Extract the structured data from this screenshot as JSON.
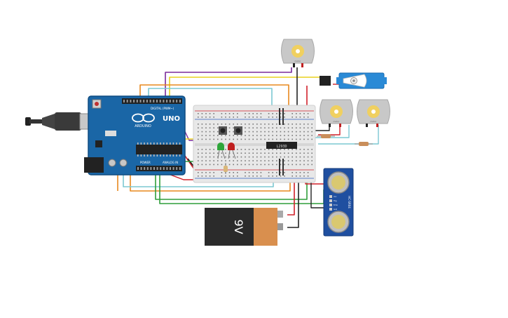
{
  "arduino": {
    "brand": "ARDUINO",
    "model": "UNO",
    "digital_label": "DIGITAL (PWM~)",
    "analog_label": "ANALOG IN",
    "power_label": "POWER"
  },
  "chip": {
    "label": "L293D"
  },
  "battery": {
    "label": "9V"
  },
  "sensor": {
    "model": "HC-SR04",
    "pins": [
      "Vcc",
      "Trig",
      "Echo",
      "Gnd"
    ]
  },
  "motors": {
    "label": "motor"
  },
  "colors": {
    "wire_red": "#d0202a",
    "wire_black": "#222222",
    "wire_orange": "#e8891e",
    "wire_purple": "#7a2a9a",
    "wire_cyan": "#7cc8d2",
    "wire_green": "#2f9e3a",
    "wire_yellow": "#e8d21e",
    "arduino_blue": "#1a66a6",
    "sensor_blue": "#1f4fa0",
    "battery_orange": "#d98f4e",
    "servo_blue": "#2a8ad6"
  }
}
